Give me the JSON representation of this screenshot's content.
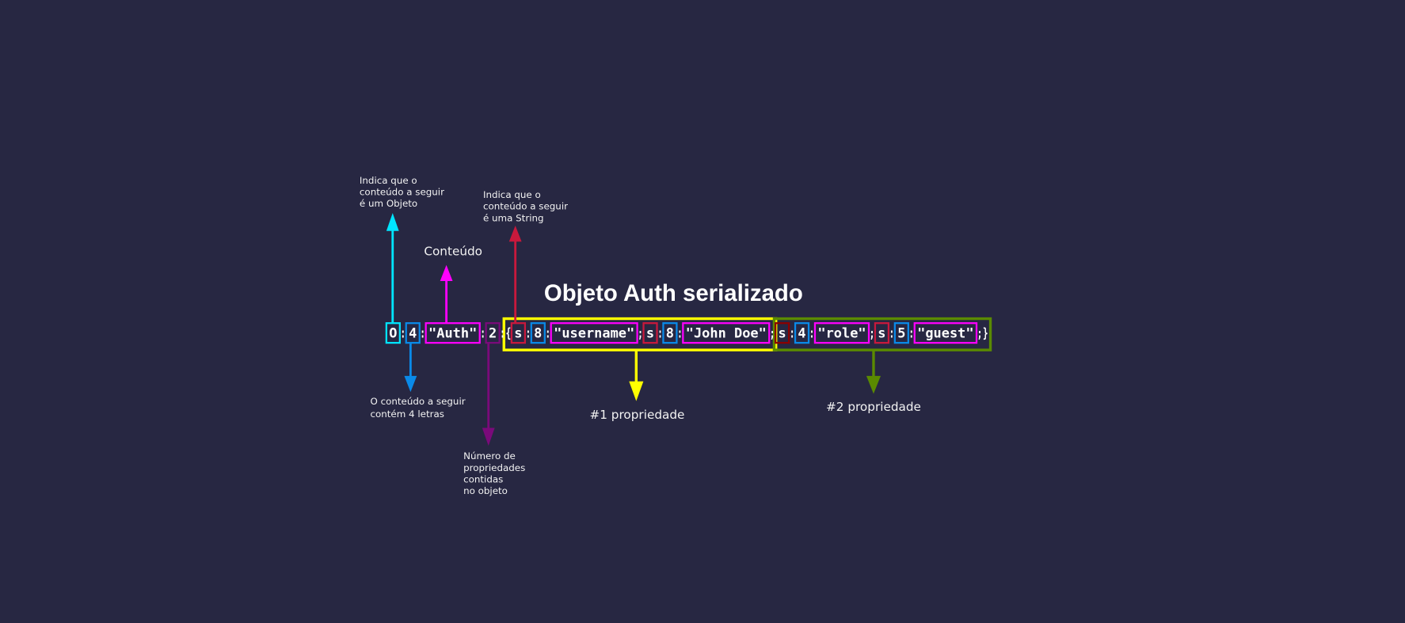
{
  "title": "Objeto Auth serializado",
  "tokens": [
    {
      "text": "O",
      "kind": "object"
    },
    {
      "text": ":",
      "kind": "plain"
    },
    {
      "text": "4",
      "kind": "length"
    },
    {
      "text": ":",
      "kind": "plain"
    },
    {
      "text": "\"Auth\"",
      "kind": "content"
    },
    {
      "text": ":",
      "kind": "plain"
    },
    {
      "text": "2",
      "kind": "count"
    },
    {
      "text": ":",
      "kind": "plain"
    },
    {
      "text": "{",
      "kind": "plain"
    },
    {
      "text": "s",
      "kind": "string"
    },
    {
      "text": ":",
      "kind": "plain"
    },
    {
      "text": "8",
      "kind": "length"
    },
    {
      "text": ":",
      "kind": "plain"
    },
    {
      "text": "\"username\"",
      "kind": "content"
    },
    {
      "text": ";",
      "kind": "plain"
    },
    {
      "text": "s",
      "kind": "string"
    },
    {
      "text": ":",
      "kind": "plain"
    },
    {
      "text": "8",
      "kind": "length"
    },
    {
      "text": ":",
      "kind": "plain"
    },
    {
      "text": "\"John Doe\"",
      "kind": "content"
    },
    {
      "text": ";",
      "kind": "plain"
    },
    {
      "text": "s",
      "kind": "string-dark"
    },
    {
      "text": ":",
      "kind": "plain"
    },
    {
      "text": "4",
      "kind": "length"
    },
    {
      "text": ":",
      "kind": "plain"
    },
    {
      "text": "\"role\"",
      "kind": "content"
    },
    {
      "text": ";",
      "kind": "plain"
    },
    {
      "text": "s",
      "kind": "string"
    },
    {
      "text": ":",
      "kind": "plain"
    },
    {
      "text": "5",
      "kind": "length"
    },
    {
      "text": ":",
      "kind": "plain"
    },
    {
      "text": "\"guest\"",
      "kind": "content"
    },
    {
      "text": ";",
      "kind": "plain"
    },
    {
      "text": "}",
      "kind": "plain"
    }
  ],
  "annotations": {
    "object": [
      "Indica que o",
      "conteúdo a seguir",
      "é um Objeto"
    ],
    "content": "Conteúdo",
    "string": [
      "Indica que o",
      "conteúdo a seguir",
      "é uma String"
    ],
    "length": [
      "O conteúdo a seguir",
      "contém 4 letras"
    ],
    "count": [
      "Número de",
      "propriedades",
      "contidas",
      "no objeto"
    ],
    "property1": "#1 propriedade",
    "property2": "#2 propriedade"
  },
  "colors": {
    "background": "#272742",
    "object": "#00e5ff",
    "content": "#ff00ff",
    "string": "#c8193c",
    "string-dark": "#8b0000",
    "length": "#0a8ae8",
    "count": "#7a0a7a",
    "property1": "#ffff00",
    "property2": "#5a8a00"
  }
}
